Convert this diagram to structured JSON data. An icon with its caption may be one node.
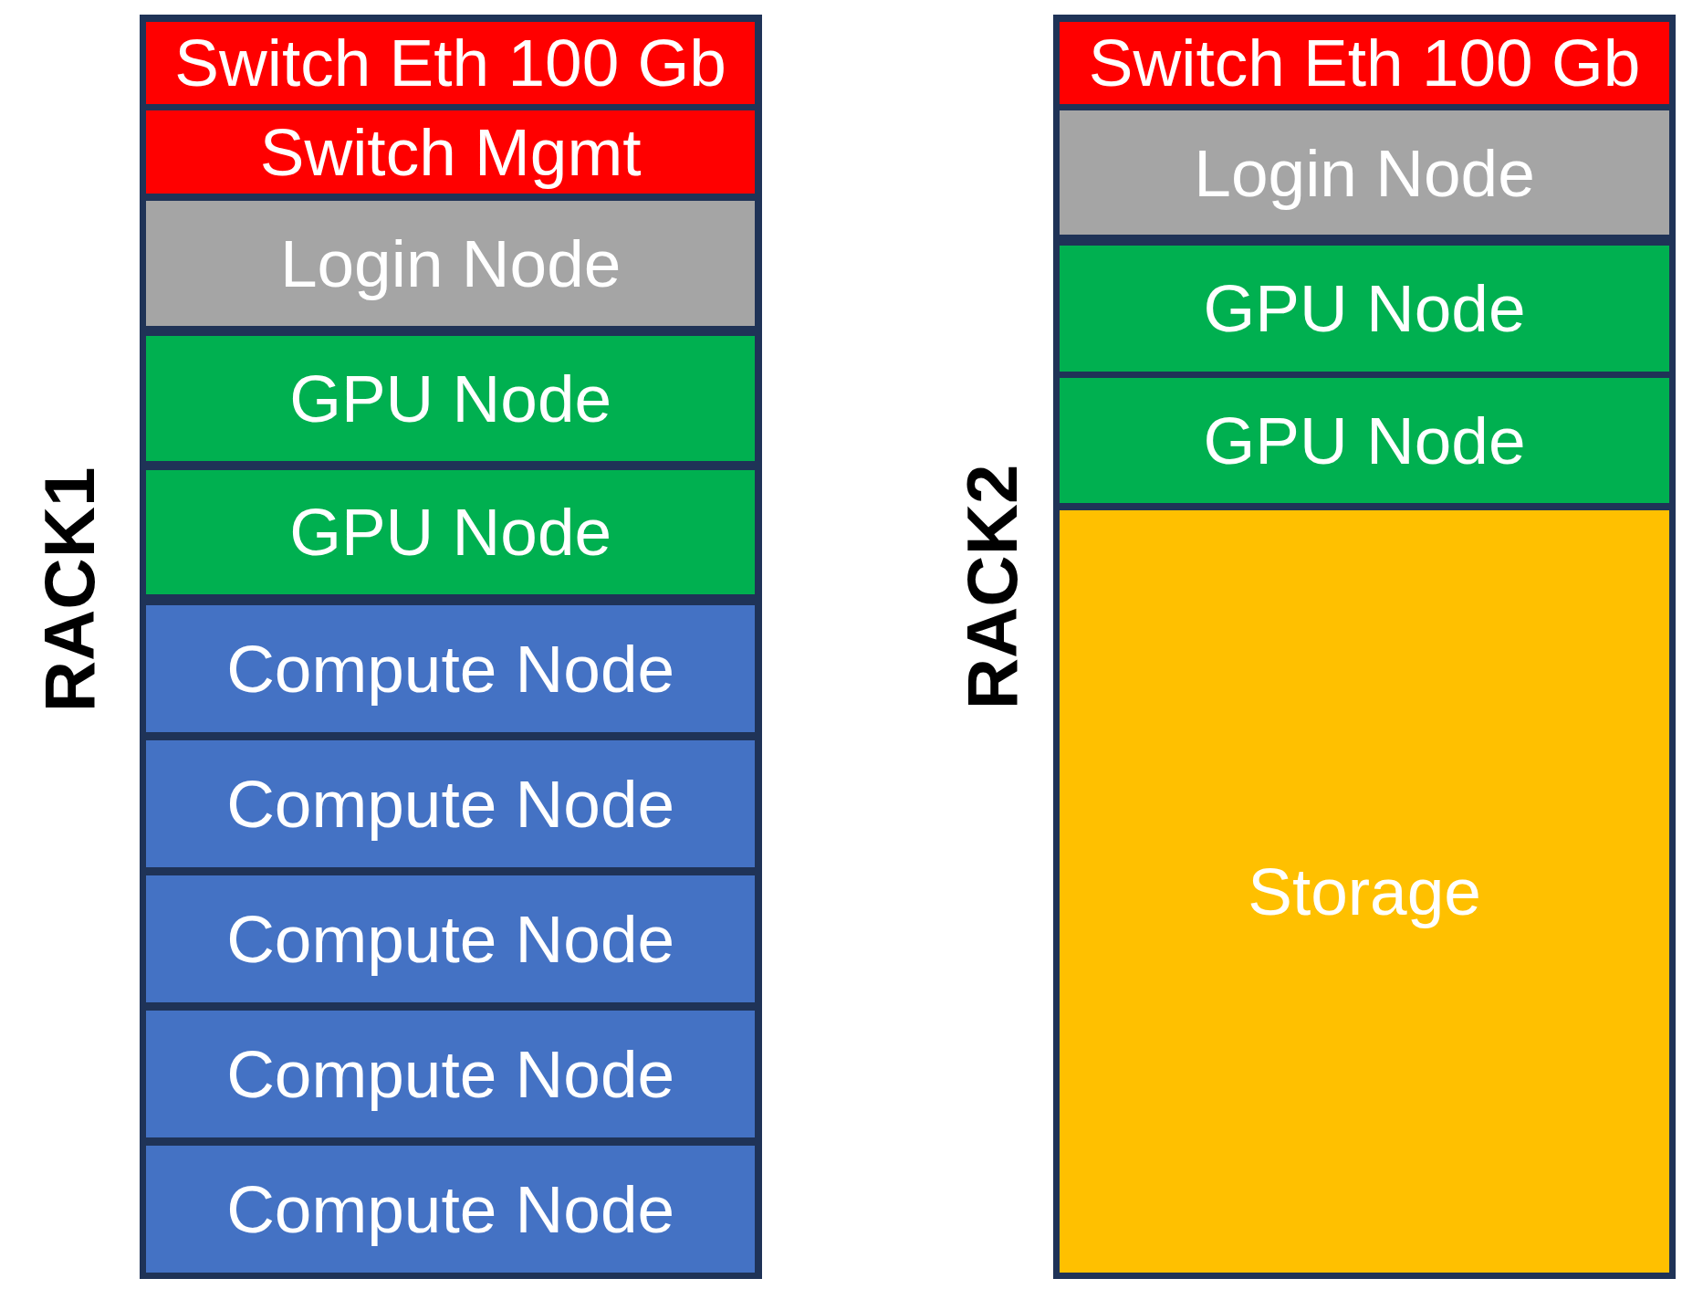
{
  "diagram": {
    "nodes": [
      {
        "text": [
          "RACK1"
        ]
      },
      {
        "text": [
          "Switch Eth 100 Gb"
        ],
        "in": 0
      },
      {
        "text": [
          "Switch Mgmt"
        ],
        "in": 0
      },
      {
        "text": [
          "Login Node"
        ],
        "in": 0
      },
      {
        "text": [
          "GPU Node"
        ],
        "in": 0
      },
      {
        "text": [
          "GPU Node"
        ],
        "in": 0
      },
      {
        "text": [
          "Compute Node"
        ],
        "in": 0
      },
      {
        "text": [
          "Compute Node"
        ],
        "in": 0
      },
      {
        "text": [
          "Compute Node"
        ],
        "in": 0
      },
      {
        "text": [
          "Compute Node"
        ],
        "in": 0
      },
      {
        "text": [
          "Compute Node"
        ],
        "in": 0
      },
      {
        "text": [
          "RACK2"
        ]
      },
      {
        "text": [
          "Switch Eth 100 Gb"
        ],
        "in": 11
      },
      {
        "text": [
          "Login Node"
        ],
        "in": 11
      },
      {
        "text": [
          "GPU Node"
        ],
        "in": 11
      },
      {
        "text": [
          "GPU Node"
        ],
        "in": 11
      },
      {
        "text": [
          "Storage"
        ],
        "in": 11
      }
    ]
  }
}
